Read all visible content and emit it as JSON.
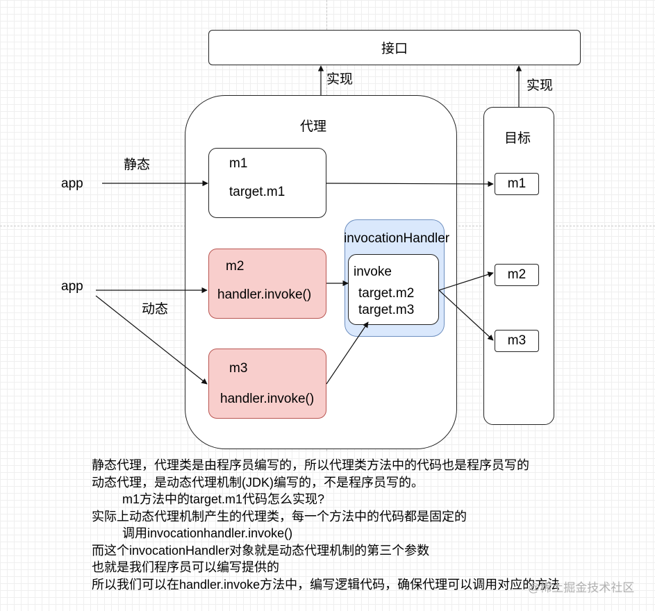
{
  "interface_box": {
    "label": "接口"
  },
  "proxy_box": {
    "label": "代理"
  },
  "target_box": {
    "label": "目标"
  },
  "edges": {
    "implements_left": "实现",
    "implements_right": "实现",
    "static": "静态",
    "dynamic": "动态"
  },
  "apps": {
    "static_app": "app",
    "dynamic_app": "app"
  },
  "m1": {
    "title": "m1",
    "body": "target.m1"
  },
  "m2": {
    "title": "m2",
    "body": "handler.invoke()"
  },
  "m3": {
    "title": "m3",
    "body": "handler.invoke()"
  },
  "handler": {
    "title": "invocationHandler",
    "invoke_title": "invoke",
    "line1": "target.m2",
    "line2": "target.m3"
  },
  "targets": {
    "m1": "m1",
    "m2": "m2",
    "m3": "m3"
  },
  "notes": [
    "静态代理，代理类是由程序员编写的，所以代理类方法中的代码也是程序员写的",
    "动态代理，是动态代理机制(JDK)编写的，不是程序员写的。",
    "m1方法中的target.m1代码怎么实现?",
    "实际上动态代理机制产生的代理类，每一个方法中的代码都是固定的",
    "调用invocationhandler.invoke()",
    "而这个invocationHandler对象就是动态代理机制的第三个参数",
    "也就是我们程序员可以编写提供的",
    "所以我们可以在handler.invoke方法中，编写逻辑代码，确保代理可以调用对应的方法"
  ],
  "watermark": "@稀土掘金技术社区"
}
